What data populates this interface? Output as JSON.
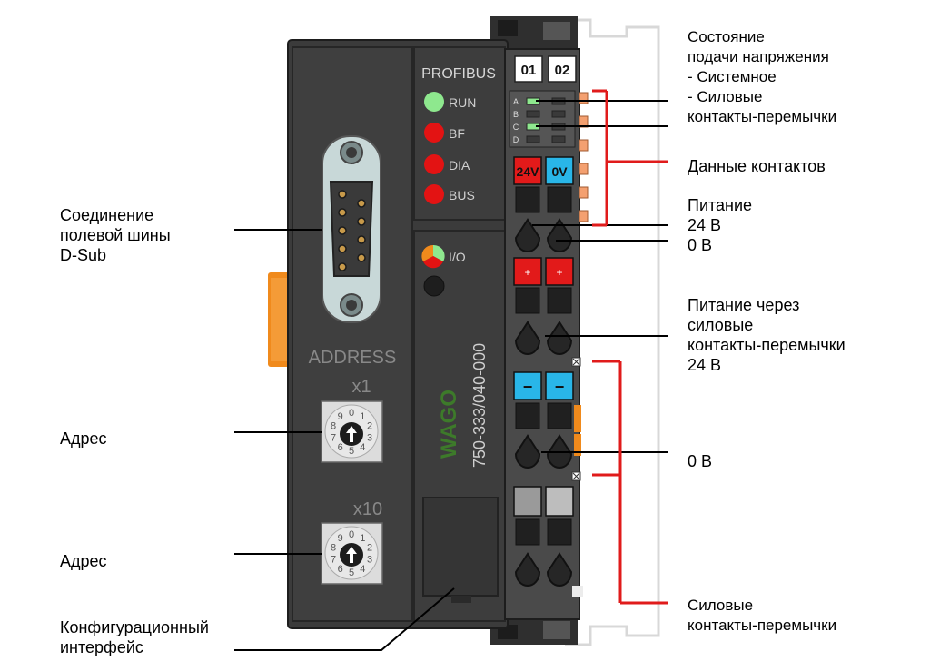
{
  "module": {
    "bus_name": "PROFIBUS",
    "leds": [
      "RUN",
      "BF",
      "DIA",
      "BUS"
    ],
    "io_led": "I/O",
    "address_title": "ADDRESS",
    "x1_label": "x1",
    "x10_label": "x10",
    "rotary_digits": [
      "0",
      "1",
      "2",
      "3",
      "4",
      "5",
      "6",
      "7",
      "8",
      "9"
    ],
    "part_number": "750-333/040-000",
    "brand": "WAGO",
    "channel_labels": [
      "01",
      "02"
    ],
    "status_rows": [
      "A",
      "B",
      "C",
      "D"
    ],
    "terminal_24v": "24V",
    "terminal_0v": "0V",
    "plus_sign": "+",
    "minus_sign": "−"
  },
  "colors": {
    "housing": "#3b3b3b",
    "led_green": "#8ee88e",
    "led_red": "#e31313",
    "terminal_red": "#e21a1a",
    "terminal_blue": "#29b6e8",
    "callout_red": "#e01b1b",
    "accent_orange": "#f08a1c"
  },
  "labels": {
    "left_dsub": [
      "Соединение",
      "полевой шины",
      "D-Sub"
    ],
    "left_address1": "Адрес",
    "left_address2": "Адрес",
    "left_config": [
      "Конфигурационный",
      "интерфейс"
    ],
    "right_status": [
      "Состояние",
      "подачи напряжения",
      "- Системное",
      "- Силовые",
      "контакты-перемычки"
    ],
    "right_data": "Данные контактов",
    "right_power": [
      "Питание",
      "24 В",
      "0 В"
    ],
    "right_power_via": [
      "Питание через",
      "силовые",
      "контакты-перемычки",
      "24 В"
    ],
    "right_0v": "0 В",
    "right_power_contacts": [
      "Силовые",
      "контакты-перемычки"
    ]
  }
}
